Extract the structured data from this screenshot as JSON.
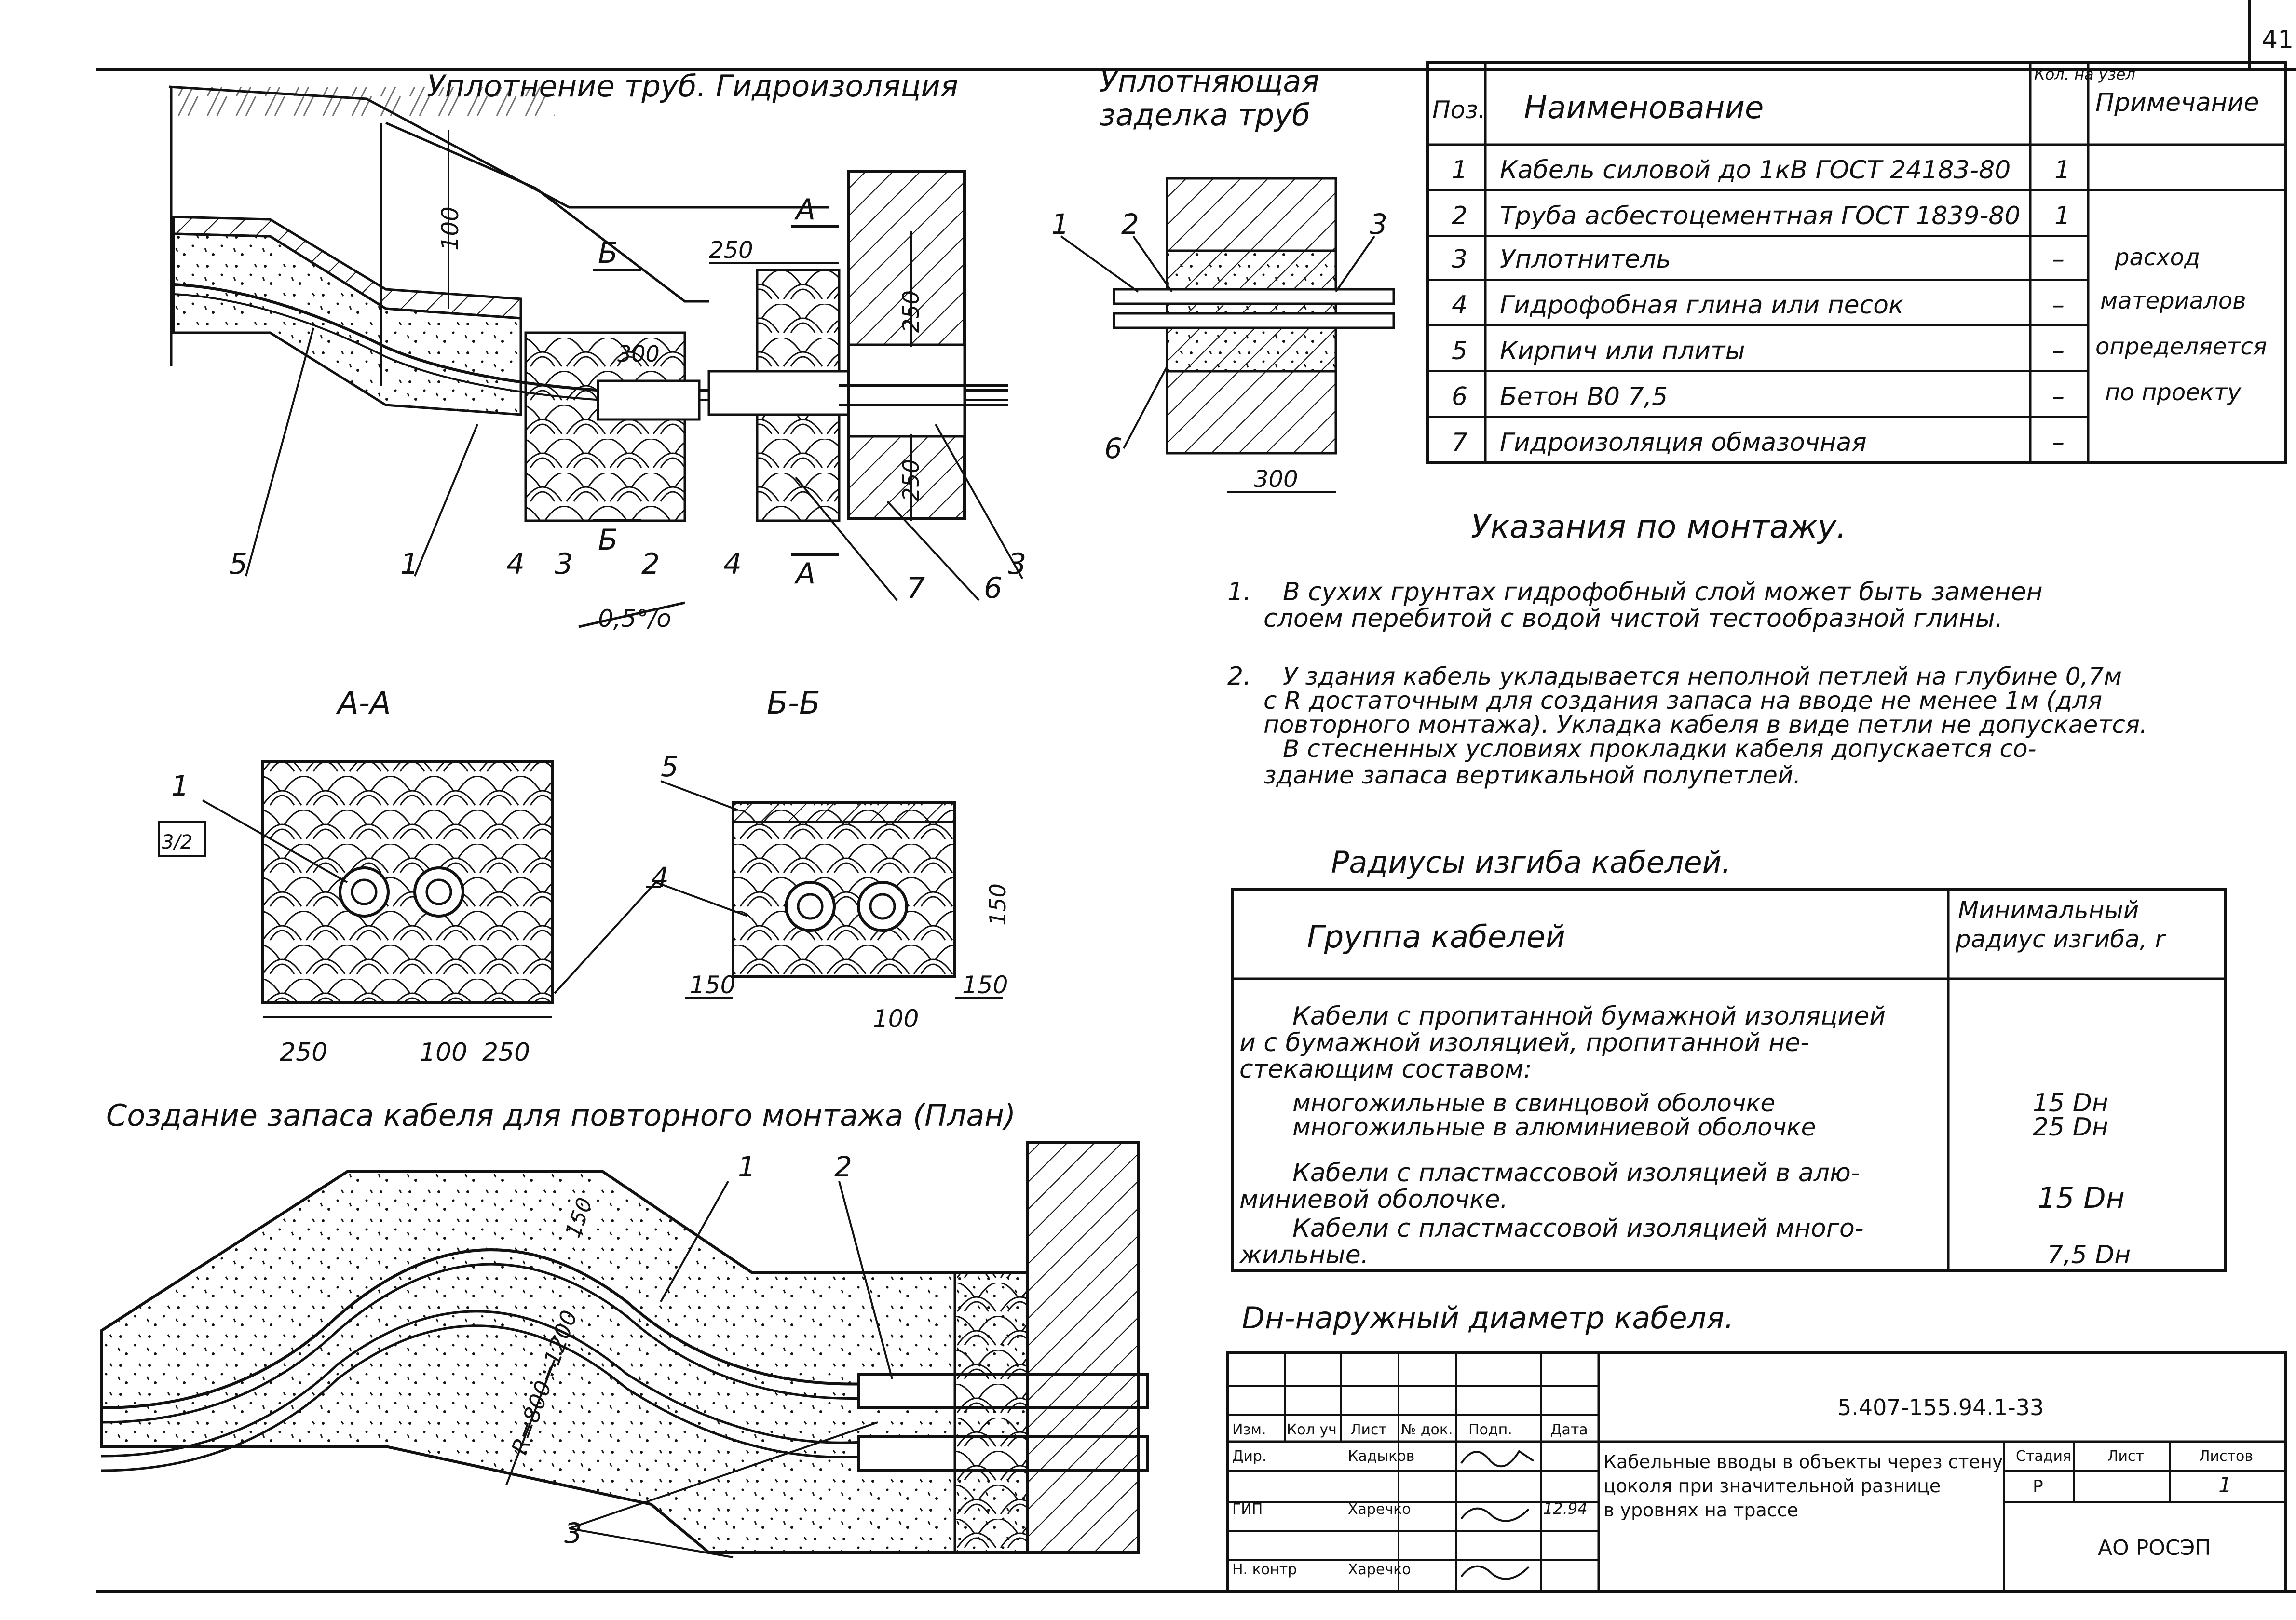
{
  "sheet": {
    "page_number": "41",
    "titles": {
      "sealing": "Уплотнение труб. Гидроизоляция",
      "sealing_seal_1": "Уплотняющая",
      "sealing_seal_2": "заделка труб",
      "section_aa": "А-А",
      "section_bb": "Б-Б",
      "reserve": "Создание запаса кабеля для повторного монтажа (План)"
    },
    "callouts": {
      "n1": "1",
      "n2": "2",
      "n3": "3",
      "n4": "4",
      "n5": "5",
      "n6": "6",
      "n7": "7",
      "section_a": "А",
      "section_b": "Б",
      "dim_100": "100",
      "dim_250": "250",
      "dim_300": "300",
      "dim_150": "150",
      "slope": "0,5°/о",
      "radius": "R=800÷1200",
      "aa_mark": "3/2"
    }
  },
  "spec_table": {
    "headers": {
      "pos": "Поз.",
      "name": "Наименование",
      "qty": "Кол. на узел",
      "note": "Примечание"
    },
    "rows": [
      {
        "pos": "1",
        "name": "Кабель силовой до 1кВ ГОСТ 24183-80",
        "qty": "1"
      },
      {
        "pos": "2",
        "name": "Труба асбестоцементная ГОСТ 1839-80",
        "qty": "1"
      },
      {
        "pos": "3",
        "name": "Уплотнитель",
        "qty": "–"
      },
      {
        "pos": "4",
        "name": "Гидрофобная глина или песок",
        "qty": "–"
      },
      {
        "pos": "5",
        "name": "Кирпич или плиты",
        "qty": "–"
      },
      {
        "pos": "6",
        "name": "Бетон В0 7,5",
        "qty": "–"
      },
      {
        "pos": "7",
        "name": "Гидроизоляция обмазочная",
        "qty": "–"
      }
    ],
    "note_lines": [
      "расход",
      "материалов",
      "определяется",
      "по проекту"
    ]
  },
  "instructions": {
    "title": "Указания по монтажу.",
    "n1": "1.",
    "p1_lines": [
      "В сухих грунтах гидрофобный слой может быть заменен",
      "слоем перебитой с водой чистой тестообразной глины."
    ],
    "n2": "2.",
    "p2_lines": [
      "У здания кабель укладывается неполной петлей на глубине 0,7м",
      "с R достаточным для создания запаса на вводе не менее 1м (для",
      "повторного монтажа). Укладка кабеля в виде петли не допускается.",
      "В стесненных условиях прокладки кабеля допускается со-",
      "здание запаса вертикальной полупетлей."
    ]
  },
  "radius_table": {
    "title": "Радиусы изгиба кабелей.",
    "header_group": "Группа кабелей",
    "header_radius_1": "Минимальный",
    "header_radius_2": "радиус изгиба, r",
    "body_lines": [
      "Кабели с пропитанной бумажной изоляцией",
      "и с бумажной изоляцией, пропитанной не-",
      "стекающим составом:",
      "многожильные в свинцовой оболочке",
      "многожильные в алюминиевой оболочке",
      "Кабели с пластмассовой изоляцией в алю-",
      "миниевой оболочке.",
      "Кабели с пластмассовой изоляцией много-",
      "жильные."
    ],
    "values": [
      "15 Dн",
      "25 Dн",
      "15 Dн",
      "7,5 Dн"
    ],
    "footnote": "Dн-наружный диаметр кабеля."
  },
  "title_block": {
    "code": "5.407-155.94.1-33",
    "description_lines": [
      "Кабельные вводы в объекты через стену",
      "цоколя при значительной разнице",
      "в уровнях на трассе"
    ],
    "col_headers": {
      "izm": "Изм.",
      "kol_uch": "Кол уч",
      "list": "Лист",
      "ndok": "№ док.",
      "podp": "Подп.",
      "data": "Дата"
    },
    "signers": [
      {
        "role": "Дир.",
        "name": "Кадыков",
        "date": ""
      },
      {
        "role": "ГИП",
        "name": "Харечко",
        "date": "12.94"
      },
      {
        "role": "Н. контр",
        "name": "Харечко",
        "date": ""
      }
    ],
    "stage_headers": {
      "stage": "Стадия",
      "sheet": "Лист",
      "sheets": "Листов"
    },
    "stage_values": {
      "stage": "Р",
      "sheet": "",
      "sheets": "1"
    },
    "organization": "АО РОСЭП"
  }
}
